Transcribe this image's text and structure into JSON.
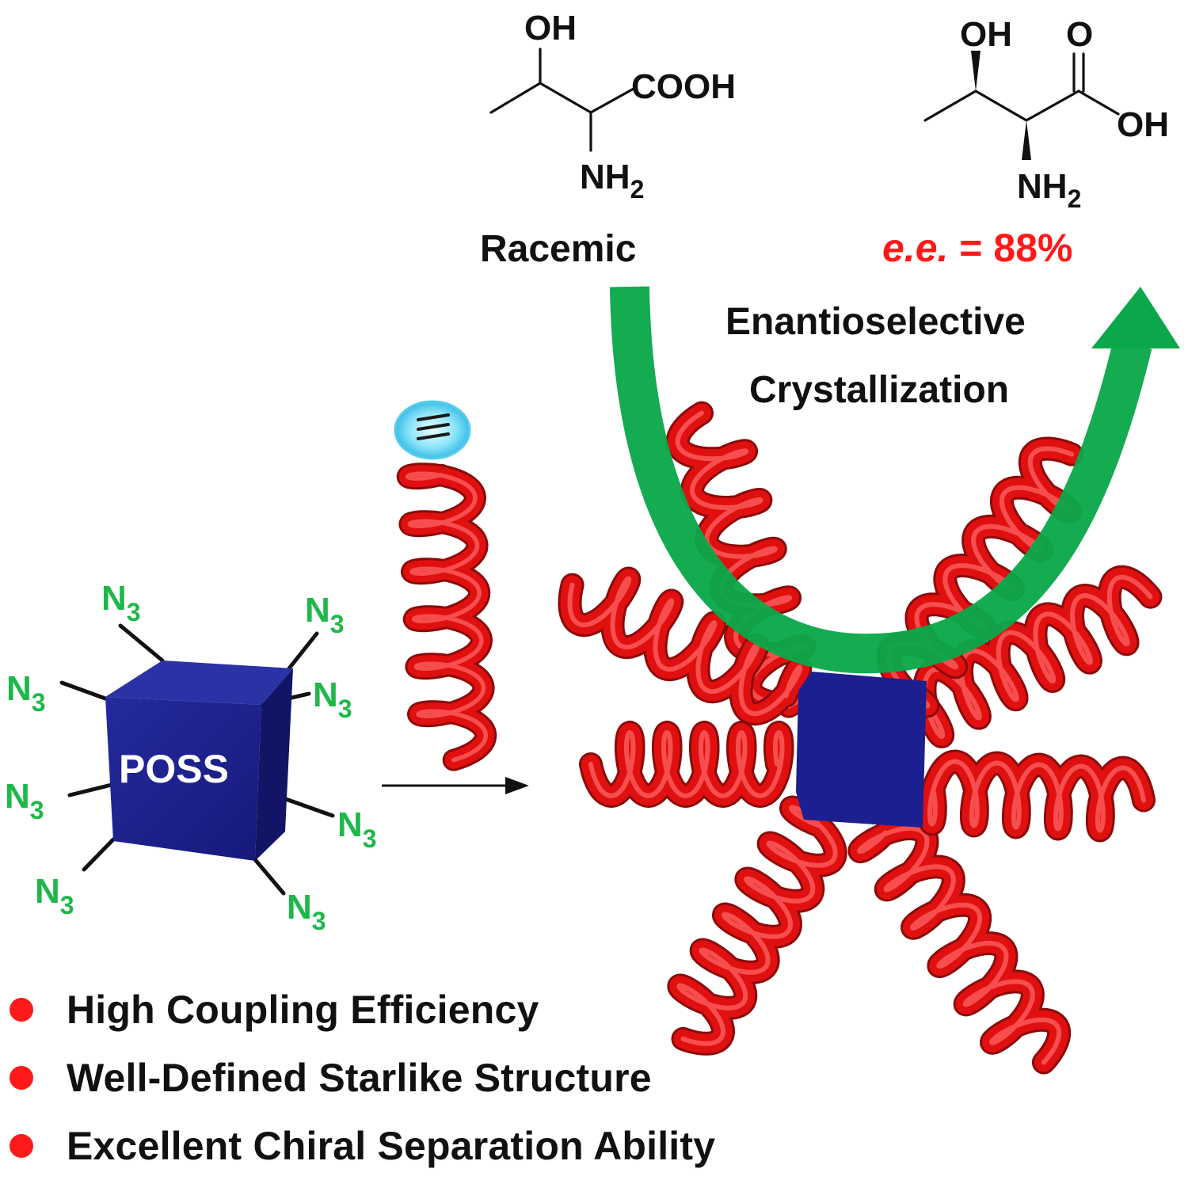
{
  "molecules": {
    "racemic": {
      "oh": "OH",
      "cooh": "COOH",
      "nh2": "NH",
      "nh2_sub": "2",
      "caption": "Racemic"
    },
    "product": {
      "oh": "OH",
      "o": "O",
      "oh_acid": "OH",
      "nh2": "NH",
      "nh2_sub": "2",
      "ee_italic": "e.e.",
      "ee_value": " = 88%"
    }
  },
  "process": {
    "line1": "Enantioselective",
    "line2": "Crystallization"
  },
  "poss": {
    "label": "POSS",
    "azide_main": "N",
    "azide_sub": "3"
  },
  "bullets": [
    "High Coupling Efficiency",
    "Well-Defined Starlike Structure",
    "Excellent Chiral Separation Ability"
  ],
  "colors": {
    "helix": "#e01010",
    "cube": "#1b1f8f",
    "azide": "#1eb84a",
    "arrow": "#0aa84a",
    "ee": "#ff1a1a",
    "bullet": "#ff1a1a"
  }
}
